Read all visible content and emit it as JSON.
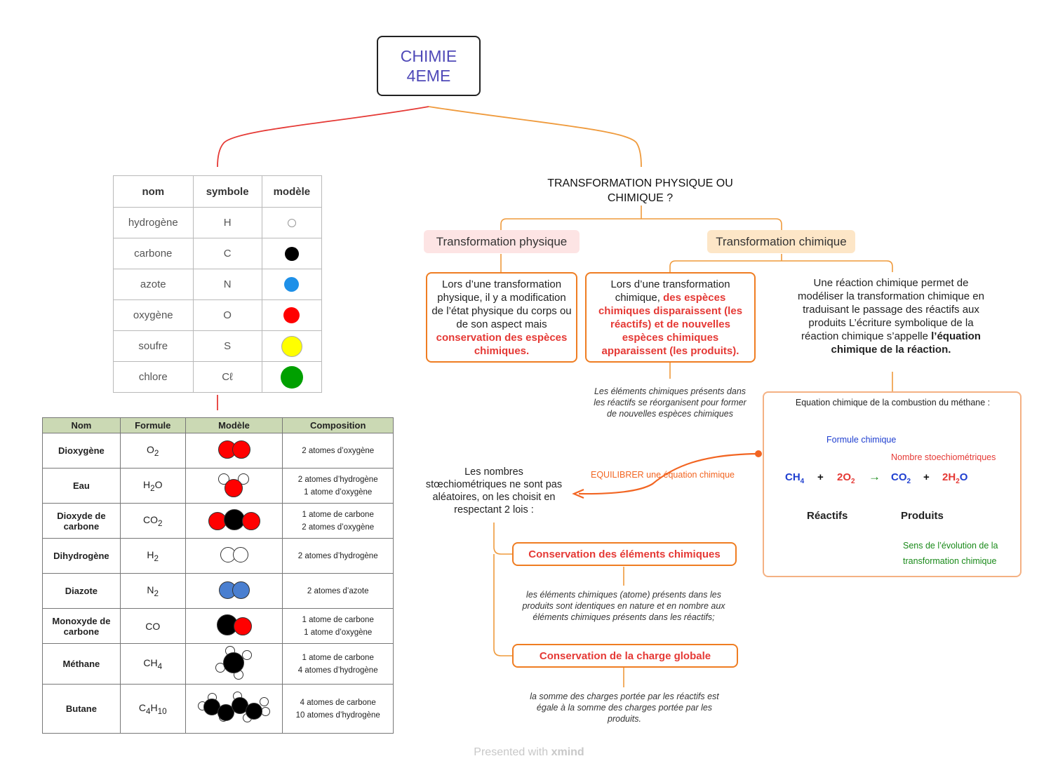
{
  "root": {
    "line1": "CHIMIE",
    "line2": "4EME"
  },
  "right_title": {
    "line1": "TRANSFORMATION PHYSIQUE OU",
    "line2": "CHIMIQUE ?"
  },
  "phys": {
    "label": "Transformation physique",
    "text_plain": "Lors d’une transformation physique, il y a modification de l’état physique du corps ou de son aspect mais ",
    "text_bold": "conservation des espèces chimiques."
  },
  "chim": {
    "label": "Transformation chimique",
    "text_plain": "Lors d’une transformation chimique, ",
    "text_bold": "des espèces chimiques disparaissent (les réactifs) et de nouvelles espèces chimiques apparaissent (les produits).",
    "note": "Les éléments chimiques présents dans les réactifs se réorganisent pour former de nouvelles espèces chimiques"
  },
  "reaction": {
    "text_plain": "Une réaction chimique permet de modéliser la transformation chimique en traduisant le passage des réactifs aux produits L’écriture symbolique de la réaction chimique s’appelle ",
    "text_bold": "l’équation chimique de la réaction."
  },
  "equation": {
    "title": "Equation chimique de la combustion du méthane :",
    "formule_label": "Formule chimique",
    "stoechio_label": "Nombre stoechiométriques",
    "sens_label_1": "Sens de l’évolution de la",
    "sens_label_2": "transformation chimique",
    "reactifs": "Réactifs",
    "produits": "Produits",
    "plus": "+",
    "arrow": "→",
    "ch4": "CH",
    "ch4_sub": "4",
    "o2_coef": "2O",
    "o2_sub": "2",
    "co2": "CO",
    "co2_sub": "2",
    "h2o_coef": "2H",
    "h2o_sub": "2",
    "h2o_end": "O"
  },
  "equilibrer": "EQUILIBRER une équation chimique",
  "laws_intro": "Les nombres stœchiométriques ne sont pas aléatoires, on les choisit en respectant 2 lois :",
  "law1": {
    "label": "Conservation des éléments chimiques",
    "note": "les éléments chimiques (atome) présents dans les produits sont identiques en nature et en nombre aux éléments chimiques présents dans les réactifs;"
  },
  "law2": {
    "label": "Conservation de la charge globale",
    "note": "la somme des charges portée par les réactifs est égale à la somme des charges portée par les produits."
  },
  "table1": {
    "headers": [
      "nom",
      "symbole",
      "modèle"
    ],
    "rows": [
      {
        "nom": "hydrogène",
        "symbole": "H",
        "color": "#ffffff"
      },
      {
        "nom": "carbone",
        "symbole": "C",
        "color": "#000000"
      },
      {
        "nom": "azote",
        "symbole": "N",
        "color": "#1e90e8"
      },
      {
        "nom": "oxygène",
        "symbole": "O",
        "color": "#ff0000"
      },
      {
        "nom": "soufre",
        "symbole": "S",
        "color": "#ffff00"
      },
      {
        "nom": "chlore",
        "symbole": "Cℓ",
        "color": "#00a000"
      }
    ]
  },
  "table2": {
    "headers": [
      "Nom",
      "Formule",
      "Modèle",
      "Composition"
    ],
    "rows": [
      {
        "nom": "Dioxygène",
        "f": "O",
        "fsub": "2",
        "f2": "",
        "c1": "2 atomes d’oxygène",
        "c2": ""
      },
      {
        "nom": "Eau",
        "f": "H",
        "fsub": "2",
        "f2": "O",
        "c1": "2 atomes d’hydrogène",
        "c2": "1 atome d’oxygène"
      },
      {
        "nom": "Dioxyde de carbone",
        "f": "CO",
        "fsub": "2",
        "f2": "",
        "c1": "1 atome de carbone",
        "c2": "2 atomes d’oxygène"
      },
      {
        "nom": "Dihydrogène",
        "f": "H",
        "fsub": "2",
        "f2": "",
        "c1": "2 atomes d’hydrogène",
        "c2": ""
      },
      {
        "nom": "Diazote",
        "f": "N",
        "fsub": "2",
        "f2": "",
        "c1": "2 atomes d’azote",
        "c2": ""
      },
      {
        "nom": "Monoxyde de carbone",
        "f": "CO",
        "fsub": "",
        "f2": "",
        "c1": "1 atome de carbone",
        "c2": "1 atome d’oxygène"
      },
      {
        "nom": "Méthane",
        "f": "CH",
        "fsub": "4",
        "f2": "",
        "c1": "1 atome de carbone",
        "c2": "4 atomes d’hydrogène"
      },
      {
        "nom": "Butane",
        "f": "C",
        "fsub": "4",
        "f2": "H",
        "fsub2": "10",
        "c1": "4 atomes de carbone",
        "c2": "10 atomes d’hydrogène"
      }
    ]
  },
  "footer": {
    "prefix": "Presented with ",
    "brand": "xmind"
  }
}
